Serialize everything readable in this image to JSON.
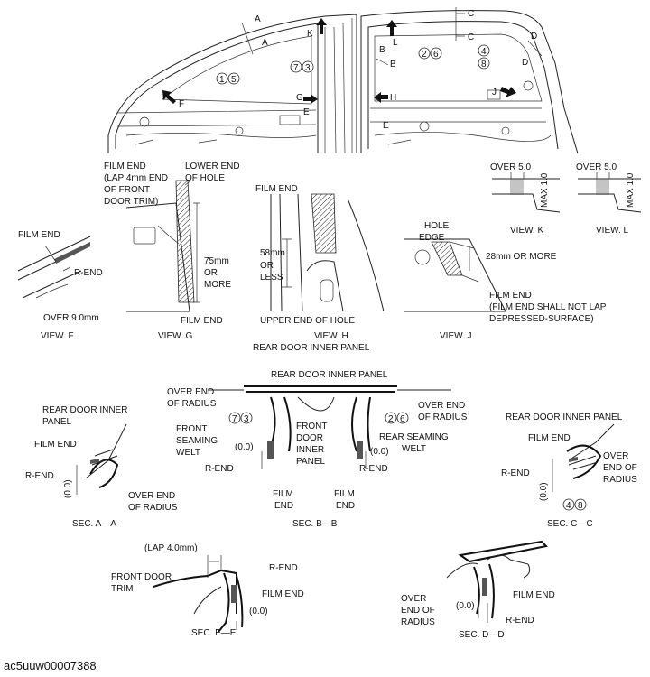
{
  "top": {
    "section_markers": [
      "A",
      "A",
      "B",
      "B",
      "C",
      "C",
      "D",
      "D",
      "E",
      "E"
    ],
    "view_markers": [
      "K",
      "L",
      "F",
      "G",
      "H",
      "J"
    ],
    "circles_front": [
      "1",
      "5"
    ],
    "circles_mid": [
      "7",
      "3"
    ],
    "circles_rear": [
      "2",
      "6"
    ],
    "circles_c": [
      "4",
      "8"
    ]
  },
  "view_f": {
    "caption": "VIEW. F",
    "film_end": "FILM END",
    "r_end": "R-END",
    "over": "OVER 9.0mm"
  },
  "view_g": {
    "caption": "VIEW. G",
    "film_end_top": [
      "FILM END",
      "(LAP 4mm END",
      "OF FRONT",
      "DOOR TRIM)"
    ],
    "lower_end": [
      "LOWER END",
      "OF HOLE"
    ],
    "dim": [
      "75mm",
      "OR",
      "MORE"
    ],
    "film_end": "FILM END"
  },
  "view_h": {
    "caption": "VIEW. H",
    "film_end": "FILM END",
    "dim": [
      "58mm",
      "OR",
      "LESS"
    ],
    "upper_end": "UPPER END OF HOLE",
    "panel": "REAR DOOR INNER PANEL"
  },
  "view_j": {
    "caption": "VIEW. J",
    "hole_edge": [
      "HOLE",
      "EDGE"
    ],
    "dim": "28mm OR MORE",
    "film_end": [
      "FILM END",
      "(FILM END SHALL NOT LAP",
      "DEPRESSED-SURFACE)"
    ]
  },
  "view_k": {
    "caption": "VIEW. K",
    "over": "OVER 5.0",
    "max": "MAX 1.0"
  },
  "view_l": {
    "caption": "VIEW. L",
    "over": "OVER 5.0",
    "max": "MAX 1.0"
  },
  "sec_aa": {
    "caption": "SEC. A—A",
    "panel": [
      "REAR DOOR INNER",
      "PANEL"
    ],
    "film_end": "FILM END",
    "r_end": "R-END",
    "zero": "(0.0)",
    "over": [
      "OVER END",
      "OF RADIUS"
    ]
  },
  "sec_bb": {
    "caption": "SEC. B—B",
    "panel": "REAR DOOR INNER PANEL",
    "over_left": [
      "OVER END",
      "OF RADIUS"
    ],
    "over_right": [
      "OVER END",
      "OF RADIUS"
    ],
    "front_welt": [
      "FRONT",
      "SEAMING",
      "WELT"
    ],
    "front_panel": [
      "FRONT",
      "DOOR",
      "INNER",
      "PANEL"
    ],
    "rear_welt": [
      "REAR SEAMING",
      "WELT"
    ],
    "zero_left": "(0.0)",
    "zero_right": "(0.0)",
    "r_end_left": "R-END",
    "r_end_right": "R-END",
    "film_left": [
      "FILM",
      "END"
    ],
    "film_right": [
      "FILM",
      "END"
    ],
    "circles_left": [
      "7",
      "3"
    ],
    "circles_right": [
      "2",
      "6"
    ]
  },
  "sec_cc": {
    "caption": "SEC. C—C",
    "panel": "REAR DOOR INNER PANEL",
    "film_end": "FILM END",
    "r_end": "R-END",
    "zero": "(0.0)",
    "over": [
      "OVER",
      "END OF",
      "RADIUS"
    ],
    "circles": [
      "4",
      "8"
    ]
  },
  "sec_ee": {
    "caption": "SEC. E—E",
    "lap": "(LAP 4.0mm)",
    "trim": [
      "FRONT DOOR",
      "TRIM"
    ],
    "r_end": "R-END",
    "film_end": "FILM END",
    "zero": "(0.0)"
  },
  "sec_dd": {
    "caption": "SEC. D—D",
    "over": [
      "OVER",
      "END OF",
      "RADIUS"
    ],
    "film_end": "FILM END",
    "zero": "(0.0)",
    "r_end": "R-END"
  },
  "footer_code": "ac5uuw00007388"
}
